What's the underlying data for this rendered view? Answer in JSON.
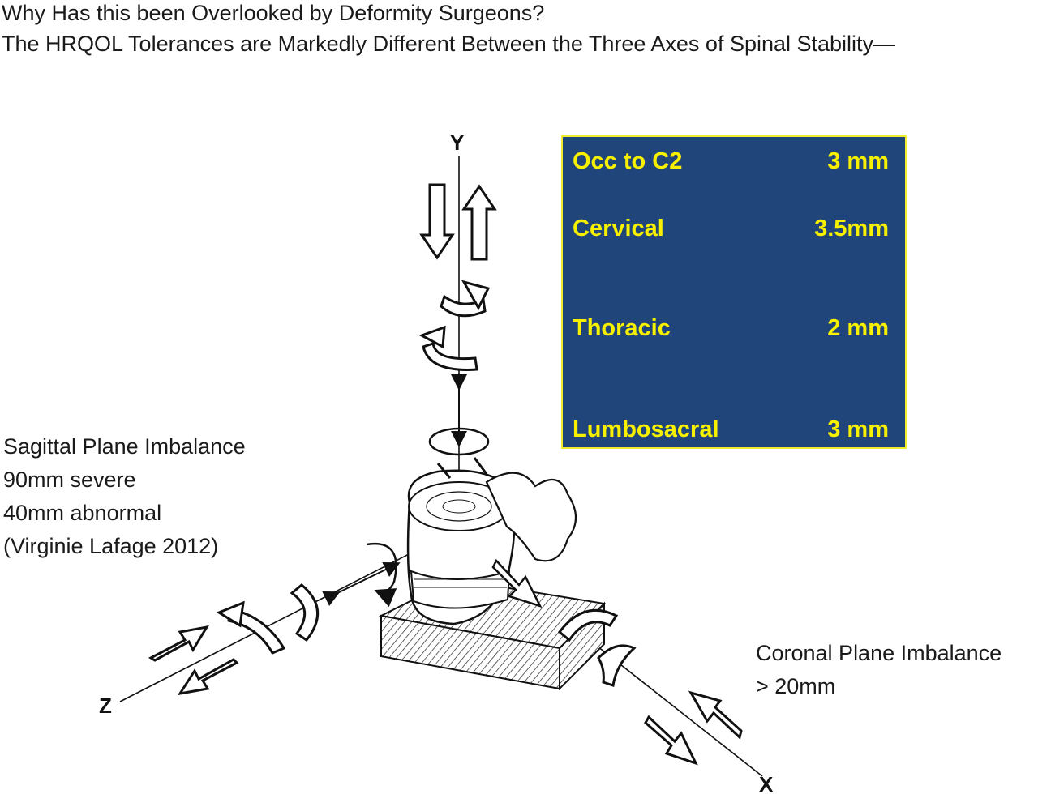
{
  "title": {
    "line1": "Why Has this been Overlooked by Deformity Surgeons?",
    "line2": "The HRQOL Tolerances are Markedly Different Between the Three Axes of Spinal Stability—"
  },
  "tolerance_table": {
    "colors": {
      "background": "#20457a",
      "text": "#f7f100",
      "border": "#f2ec2e"
    },
    "rows": [
      {
        "label": "Occ to C2",
        "value": "3 mm"
      },
      {
        "label": "Cervical",
        "value": "3.5mm"
      },
      {
        "label": "Thoracic",
        "value": "2 mm"
      },
      {
        "label": "Lumbosacral",
        "value": "3 mm"
      }
    ]
  },
  "sagittal_note": {
    "lines": [
      "Sagittal Plane Imbalance",
      "90mm severe",
      "40mm abnormal",
      "(Virginie Lafage 2012)"
    ]
  },
  "coronal_note": {
    "lines": [
      "Coronal Plane Imbalance",
      "> 20mm"
    ]
  },
  "axes": {
    "y": "Y",
    "z": "Z",
    "x": "X"
  }
}
